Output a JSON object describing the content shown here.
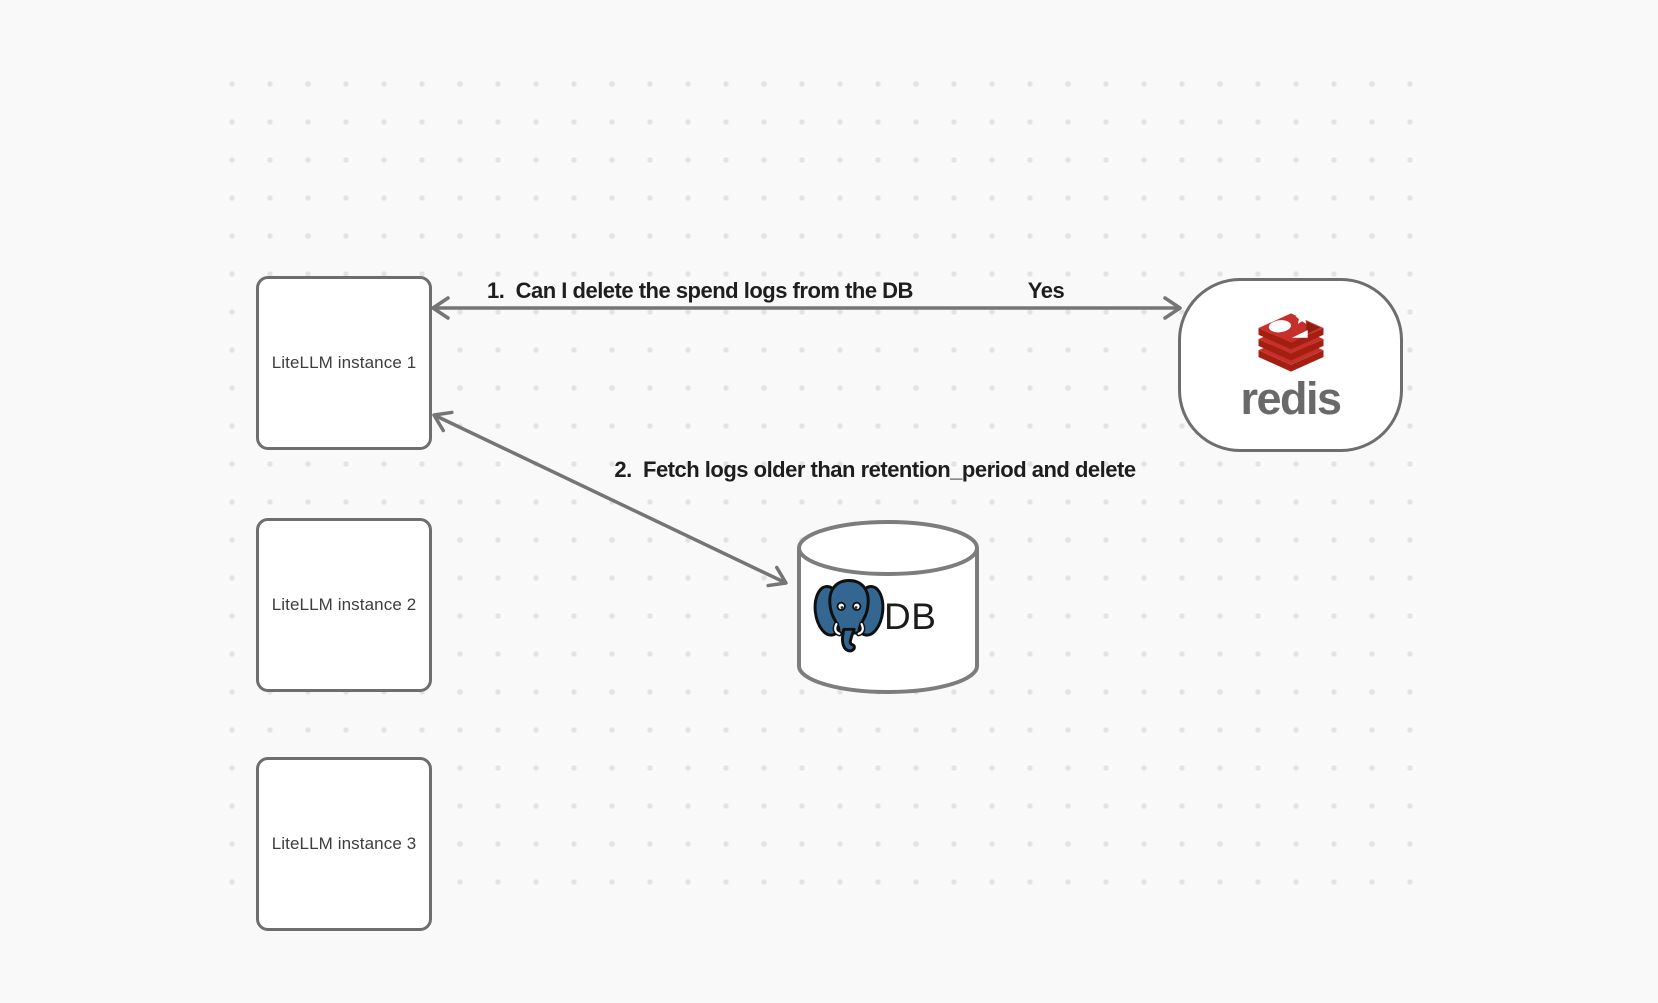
{
  "canvas": {
    "palette": {
      "background": "#f9f9f9",
      "dot_color": "#e3e3e3",
      "node_border": "#6e6e6e",
      "arrow_color": "#757575",
      "label_color": "#1e1e1e",
      "redis_red": "#C6302B",
      "redis_dark_red": "#A41E11",
      "redis_gray": "#696969",
      "postgres_blue": "#336791"
    }
  },
  "nodes": {
    "instance1": {
      "label": "LiteLLM instance 1"
    },
    "instance2": {
      "label": "LiteLLM instance 2"
    },
    "instance3": {
      "label": "LiteLLM instance 3"
    },
    "redis": {
      "label": "redis"
    },
    "db": {
      "label": "DB"
    }
  },
  "edges": {
    "edge1": {
      "label": "1.  Can I delete the spend logs from the DB",
      "response": "Yes"
    },
    "edge2": {
      "label": "2.  Fetch logs older than retention_period and delete"
    }
  }
}
